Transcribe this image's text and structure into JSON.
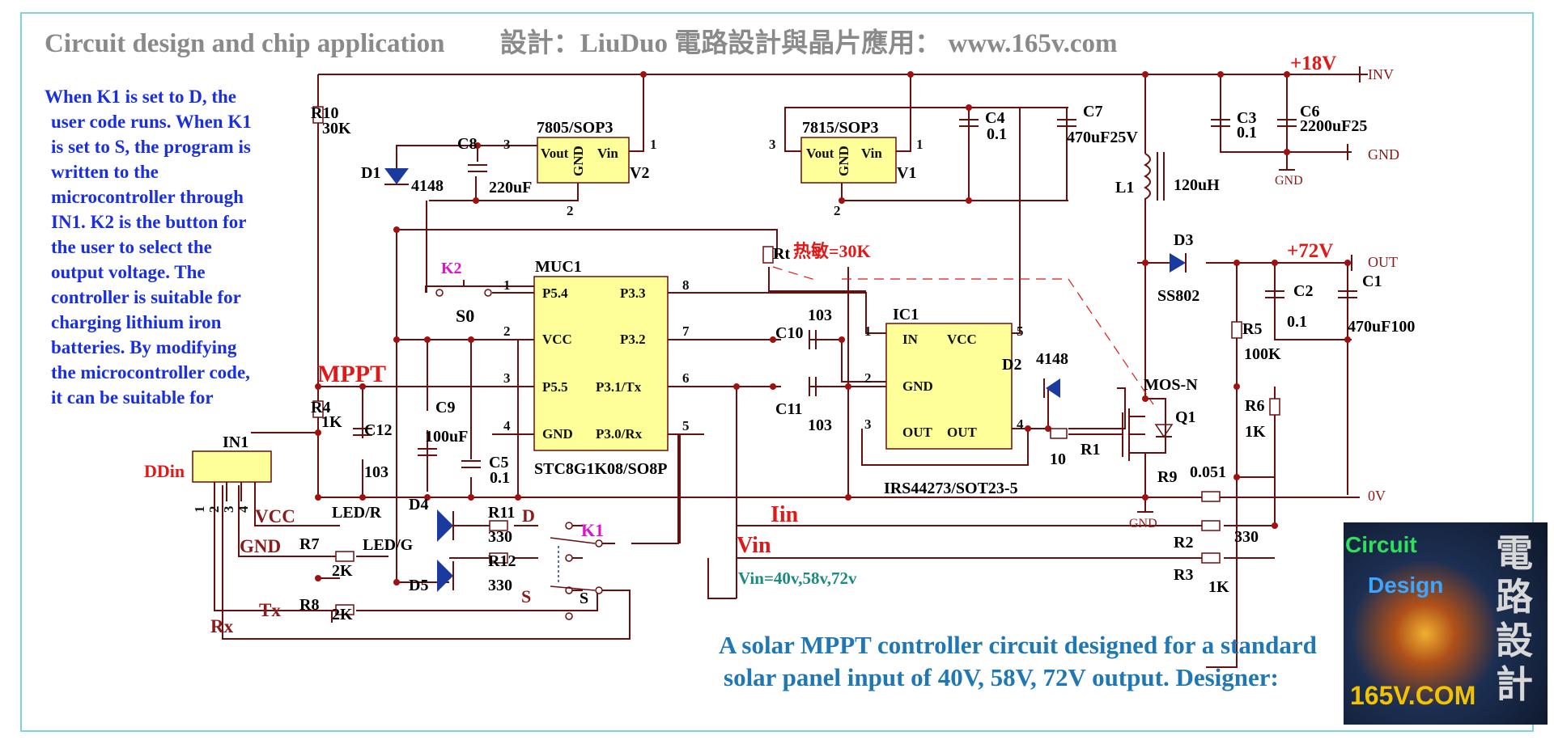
{
  "header": {
    "left": "Circuit design and chip application",
    "right": "設計：LiuDuo   電路設計與晶片應用：  www.165v.com"
  },
  "description": [
    "When K1 is set to D, the",
    "user code runs. When K1",
    "is set to S, the program is",
    "written to the",
    "microcontroller through",
    "IN1. K2 is the button for",
    "the user to select the",
    "output voltage. The",
    "controller is suitable for",
    "charging lithium iron",
    "batteries. By modifying",
    "the microcontroller code,",
    "it can be suitable for"
  ],
  "footer": [
    "A solar MPPT controller circuit designed for a standard",
    "solar panel input of 40V, 58V, 72V output. Designer:"
  ],
  "logo": {
    "line1": "Circuit",
    "line2": "Design",
    "site": "165V.COM",
    "chars": [
      "電",
      "路",
      "設",
      "計"
    ]
  },
  "colors": {
    "wire": "#6b0e0e",
    "chip_fill": "#ffff99",
    "blue_text": "#1a2fe0",
    "red_label": "#e01818",
    "footer_text": "#1f78b4",
    "frame": "#7fd3dc"
  },
  "schematic": {
    "nets": {
      "v18": "+18V",
      "inv": "INV",
      "gnd": "GND",
      "v72": "+72V",
      "out": "OUT",
      "v0": "0V",
      "mppt": "MPPT",
      "iin": "Iin",
      "vin": "Vin",
      "vin_note": "Vin=40v,58v,72v",
      "ddin": "DDin"
    },
    "reg1": {
      "name": "7805/SOP3",
      "vout": "Vout",
      "vin": "Vin",
      "gnd": "GND",
      "ref": "V2",
      "p1": "1",
      "p2": "2",
      "p3": "3"
    },
    "reg2": {
      "name": "7815/SOP3",
      "vout": "Vout",
      "vin": "Vin",
      "gnd": "GND",
      "ref": "V1",
      "p1": "1",
      "p2": "2",
      "p3": "3"
    },
    "mcu": {
      "ref": "MUC1",
      "part": "STC8G1K08/SO8P",
      "left": [
        {
          "num": "1",
          "name": "P5.4"
        },
        {
          "num": "2",
          "name": "VCC"
        },
        {
          "num": "3",
          "name": "P5.5"
        },
        {
          "num": "4",
          "name": "GND"
        }
      ],
      "right": [
        {
          "num": "8",
          "name": "P3.3"
        },
        {
          "num": "7",
          "name": "P3.2"
        },
        {
          "num": "6",
          "name": "P3.1/Tx"
        },
        {
          "num": "5",
          "name": "P3.0/Rx"
        }
      ]
    },
    "driver": {
      "ref": "IC1",
      "part": "IRS44273/SOT23-5",
      "in": "IN",
      "vcc": "VCC",
      "gnd": "GND",
      "out1": "OUT",
      "out2": "OUT",
      "p1": "1",
      "p2": "2",
      "p3": "3",
      "p4": "4",
      "p5": "5"
    },
    "in1": {
      "ref": "IN1",
      "pins": [
        "1",
        "2",
        "3",
        "4"
      ],
      "vcc": "VCC",
      "gnd": "GND",
      "tx": "Tx",
      "rx": "Rx"
    },
    "parts": {
      "r10": "R10",
      "r10v": "30K",
      "d1": "D1",
      "d1v": "4148",
      "c8": "C8",
      "c8v": "220uF",
      "c4": "C4",
      "c4v": "0.1",
      "c7": "C7",
      "c7v": "470uF25V",
      "c3": "C3",
      "c3v": "0.1",
      "c6": "C6",
      "c6v": "2200uF25",
      "l1": "L1",
      "l1v": "120uH",
      "d3": "D3",
      "d3v": "SS802",
      "c2": "C2",
      "c2v": "0.1",
      "c1": "C1",
      "c1v": "470uF100",
      "r5": "R5",
      "r5v": "100K",
      "r6": "R6",
      "r6v": "1K",
      "rt": "Rt",
      "rtv": "热敏=30K",
      "k2": "K2",
      "s0": "S0",
      "c10": "C10",
      "c10v": "103",
      "c11": "C11",
      "c11v": "103",
      "d2": "D2",
      "d2v": "4148",
      "mos": "MOS-N",
      "q1": "Q1",
      "r1": "R1",
      "r1v": "10",
      "r9": "R9",
      "r9v": "0.051",
      "r2": "R2",
      "r2v": "330",
      "r3": "R3",
      "r3v": "1K",
      "r4": "R4",
      "r4v": "1K",
      "c12": "C12",
      "c12v": "103",
      "c9": "C9",
      "c9v": "100uF",
      "c5": "C5",
      "c5v": "0.1",
      "d4": "D4",
      "d5": "D5",
      "ledr": "LED/R",
      "ledg": "LED/G",
      "r11": "R11",
      "r11v": "330",
      "r12": "R12",
      "r12v": "330",
      "r7": "R7",
      "r7v": "2K",
      "r8": "R8",
      "r8v": "2K",
      "k1": "K1",
      "kd": "D",
      "ks": "S",
      "ks2": "S"
    }
  }
}
